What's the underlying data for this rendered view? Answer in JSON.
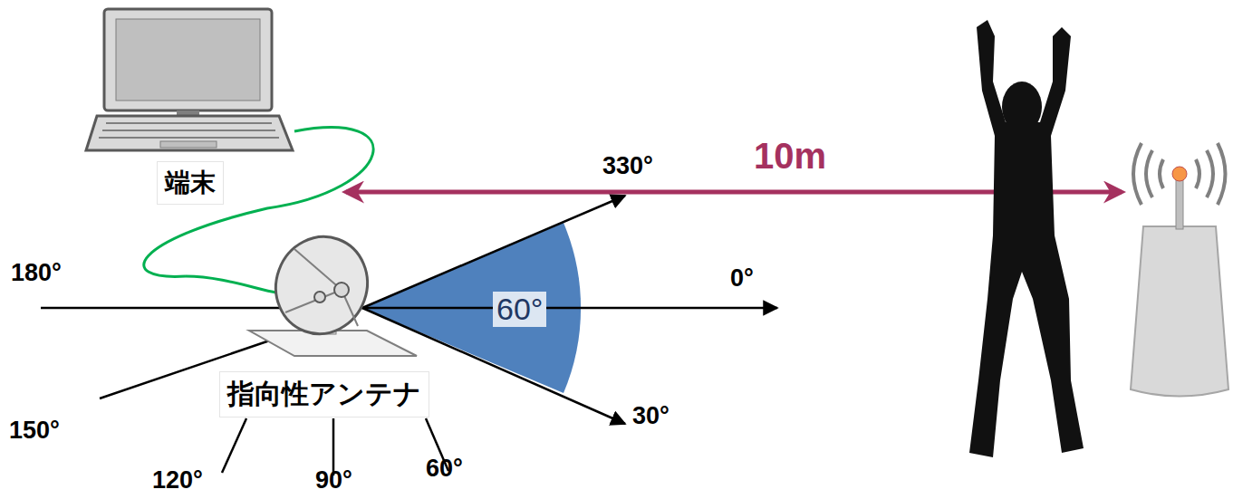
{
  "diagram": {
    "nodes": [
      {
        "text": [
          "端末"
        ]
      },
      {
        "text": [
          "指向性アンテナ"
        ]
      }
    ],
    "edges": [
      {
        "from": 0,
        "to": 1,
        "arrow": "none"
      }
    ],
    "labels": [
      "330°",
      "10m",
      "180°",
      "0°",
      "60°",
      "150°",
      "30°",
      "120°",
      "90°",
      "60°"
    ]
  }
}
